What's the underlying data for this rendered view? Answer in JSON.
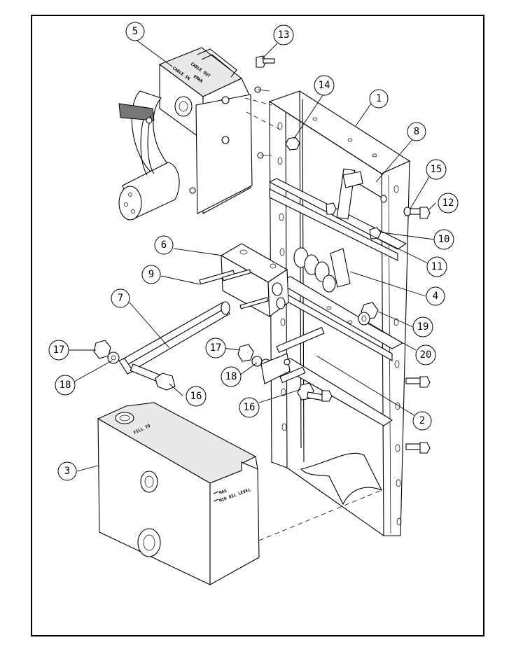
{
  "callouts": [
    {
      "id": "c1",
      "label": "1"
    },
    {
      "id": "c2",
      "label": "2"
    },
    {
      "id": "c3",
      "label": "3"
    },
    {
      "id": "c4",
      "label": "4"
    },
    {
      "id": "c5",
      "label": "5"
    },
    {
      "id": "c6",
      "label": "6"
    },
    {
      "id": "c7",
      "label": "7"
    },
    {
      "id": "c8",
      "label": "8"
    },
    {
      "id": "c9",
      "label": "9"
    },
    {
      "id": "c10",
      "label": "10"
    },
    {
      "id": "c11",
      "label": "11"
    },
    {
      "id": "c12",
      "label": "12"
    },
    {
      "id": "c13",
      "label": "13"
    },
    {
      "id": "c14",
      "label": "14"
    },
    {
      "id": "c15",
      "label": "15"
    },
    {
      "id": "c16a",
      "label": "16"
    },
    {
      "id": "c16b",
      "label": "16"
    },
    {
      "id": "c17a",
      "label": "17"
    },
    {
      "id": "c17b",
      "label": "17"
    },
    {
      "id": "c18a",
      "label": "18"
    },
    {
      "id": "c18b",
      "label": "18"
    },
    {
      "id": "c19",
      "label": "19"
    },
    {
      "id": "c20",
      "label": "20"
    }
  ],
  "markings": {
    "cable_in": "CABLE IN",
    "cable_out": "CABLE OUT",
    "brand": "EMAR",
    "tank_cap": "FILL TO",
    "max_level": "MAX",
    "min_level": "MIN OIL LEVEL"
  }
}
